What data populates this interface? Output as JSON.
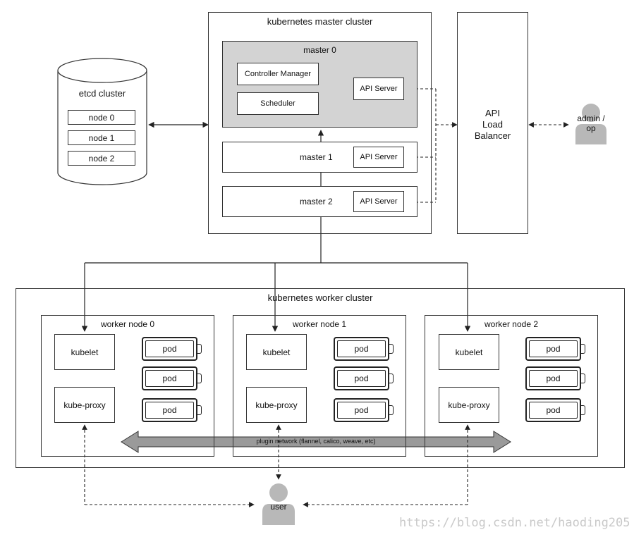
{
  "etcd": {
    "title": "etcd cluster",
    "nodes": [
      "node 0",
      "node 1",
      "node 2"
    ]
  },
  "master_cluster": {
    "title": "kubernetes master cluster",
    "master0": {
      "title": "master 0",
      "controller_manager": "Controller Manager",
      "scheduler": "Scheduler",
      "api_server": "API Server"
    },
    "master1": {
      "title": "master 1",
      "api_server": "API Server"
    },
    "master2": {
      "title": "master 2",
      "api_server": "API Server"
    }
  },
  "load_balancer": {
    "line1": "API",
    "line2": "Load",
    "line3": "Balancer"
  },
  "admin": {
    "line1": "admin /",
    "line2": "op"
  },
  "worker_cluster": {
    "title": "kubernetes worker cluster",
    "nodes": [
      {
        "title": "worker node 0",
        "kubelet": "kubelet",
        "kube_proxy": "kube-proxy",
        "pods": [
          "pod",
          "pod",
          "pod"
        ]
      },
      {
        "title": "worker node 1",
        "kubelet": "kubelet",
        "kube_proxy": "kube-proxy",
        "pods": [
          "pod",
          "pod",
          "pod"
        ]
      },
      {
        "title": "worker node 2",
        "kubelet": "kubelet",
        "kube_proxy": "kube-proxy",
        "pods": [
          "pod",
          "pod",
          "pod"
        ]
      }
    ],
    "plugin_network": "plugin network (flannel, calico, weave, etc)"
  },
  "user": {
    "label": "user"
  },
  "watermark": "https://blog.csdn.net/haoding205",
  "colors": {
    "master0_fill": "#d3d3d3",
    "person_fill": "#b8b8b8",
    "network_arrow_fill": "#9a9a9a",
    "line": "#222222"
  }
}
